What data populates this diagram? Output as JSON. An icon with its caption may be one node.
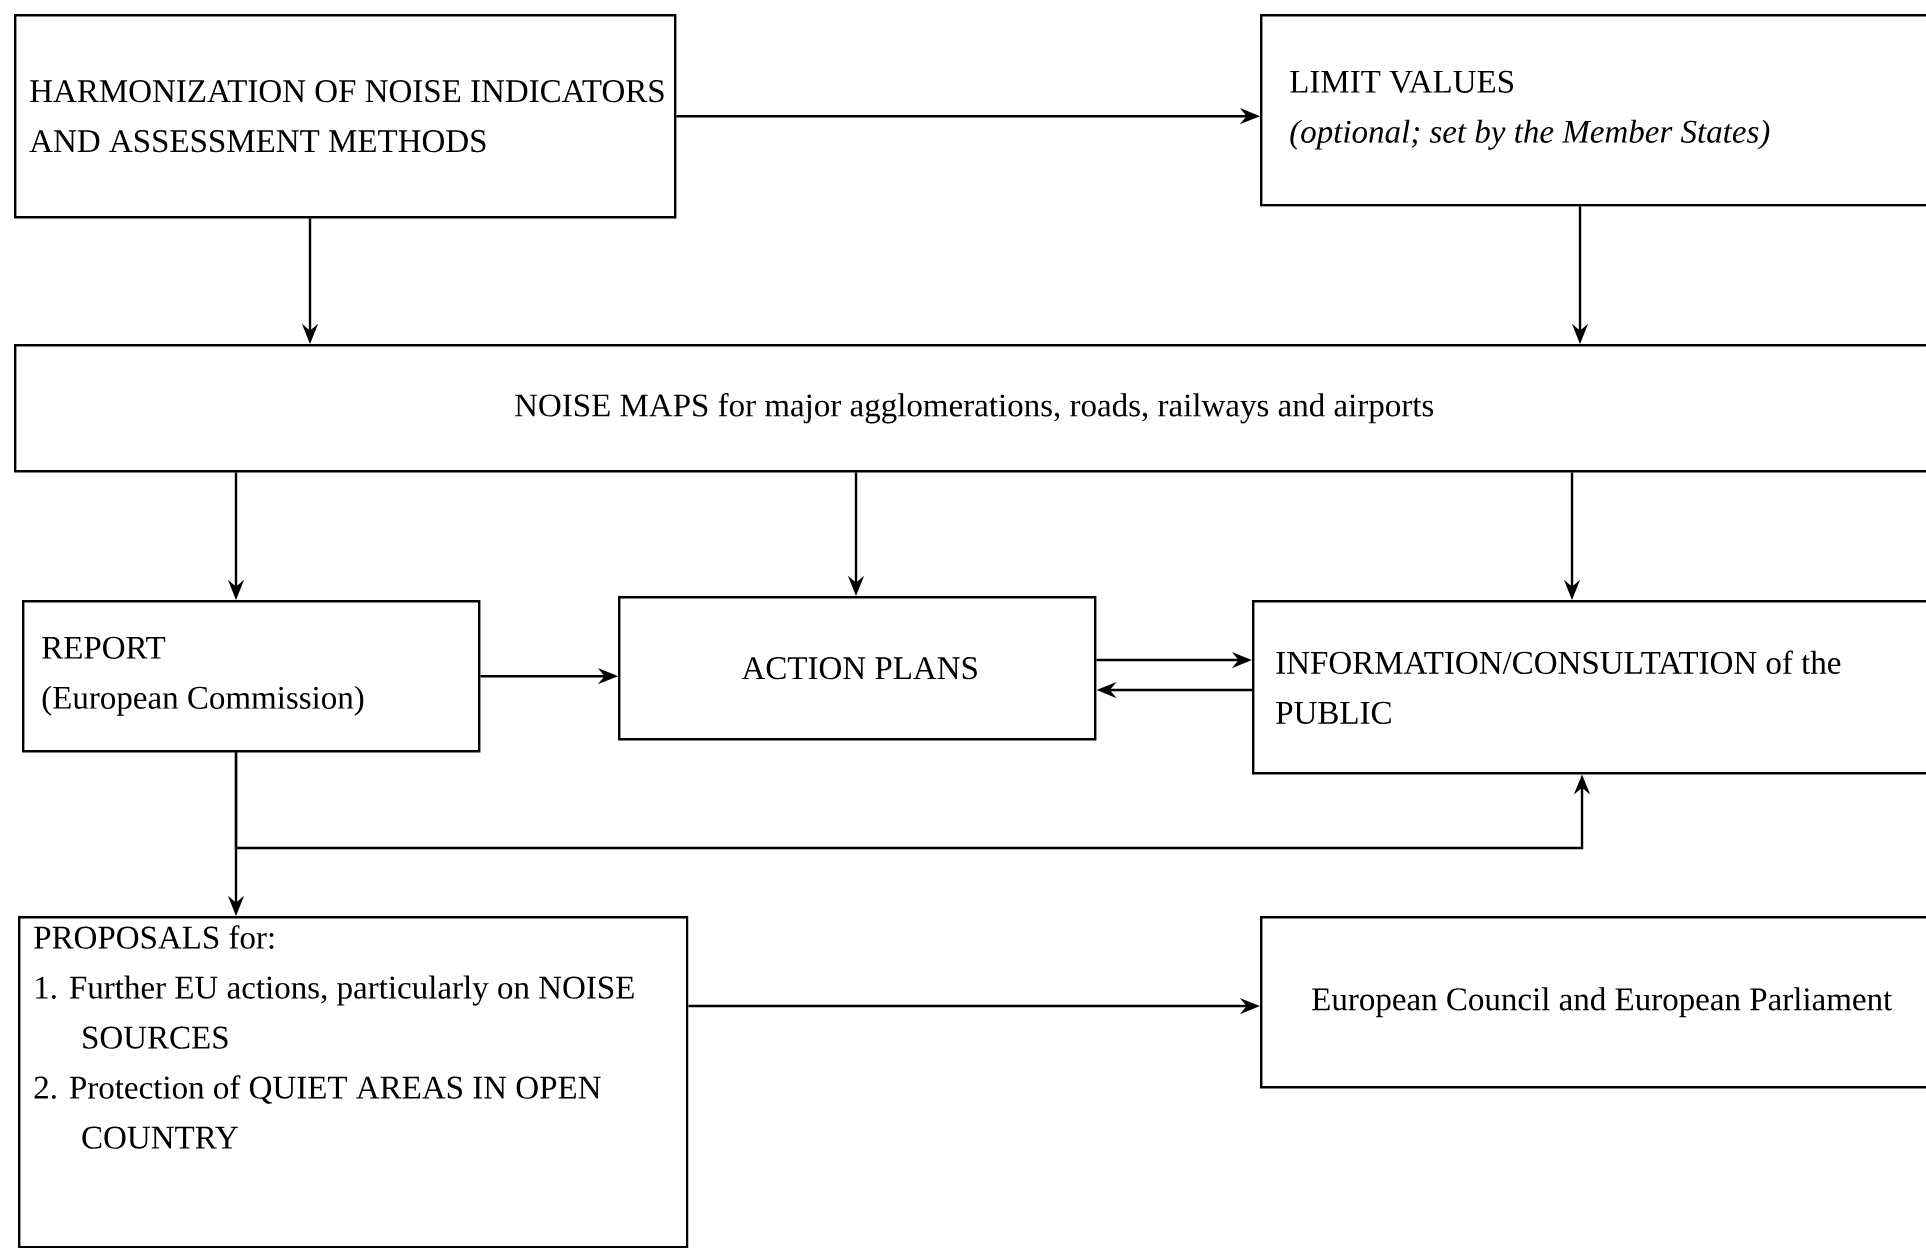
{
  "diagram": {
    "nodes": [
      {
        "text": [
          "HARMONIZATION OF NOISE INDICATORS AND ASSESSMENT METHODS"
        ]
      },
      {
        "text": [
          "LIMIT VALUES",
          "(optional; set by the Member States)"
        ]
      },
      {
        "text": [
          "NOISE MAPS for major agglomerations, roads, railways and airports"
        ]
      },
      {
        "text": [
          "REPORT",
          "(European Commission)"
        ]
      },
      {
        "text": [
          "ACTION PLANS"
        ]
      },
      {
        "text": [
          "INFORMATION/CONSULTATION of the PUBLIC"
        ]
      },
      {
        "text": [
          "PROPOSALS for:",
          "1. Further EU actions, particularly on NOISE SOURCES",
          "2. Protection of QUIET AREAS IN OPEN COUNTRY"
        ]
      },
      {
        "text": [
          "European Council and European Parliament"
        ]
      }
    ],
    "edges": [
      {
        "from": 0,
        "to": 1,
        "arrow": "to"
      },
      {
        "from": 0,
        "to": 2,
        "arrow": "to"
      },
      {
        "from": 1,
        "to": 2,
        "arrow": "to"
      },
      {
        "from": 2,
        "to": 3,
        "arrow": "to"
      },
      {
        "from": 2,
        "to": 4,
        "arrow": "to"
      },
      {
        "from": 2,
        "to": 5,
        "arrow": "to"
      },
      {
        "from": 3,
        "to": 4,
        "arrow": "to"
      },
      {
        "from": 4,
        "to": 5,
        "arrow": "to"
      },
      {
        "from": 5,
        "to": 4,
        "arrow": "to"
      },
      {
        "from": 3,
        "to": 6,
        "arrow": "to"
      },
      {
        "from": 3,
        "to": 5,
        "arrow": "to"
      },
      {
        "from": 6,
        "to": 7,
        "arrow": "to"
      }
    ]
  }
}
